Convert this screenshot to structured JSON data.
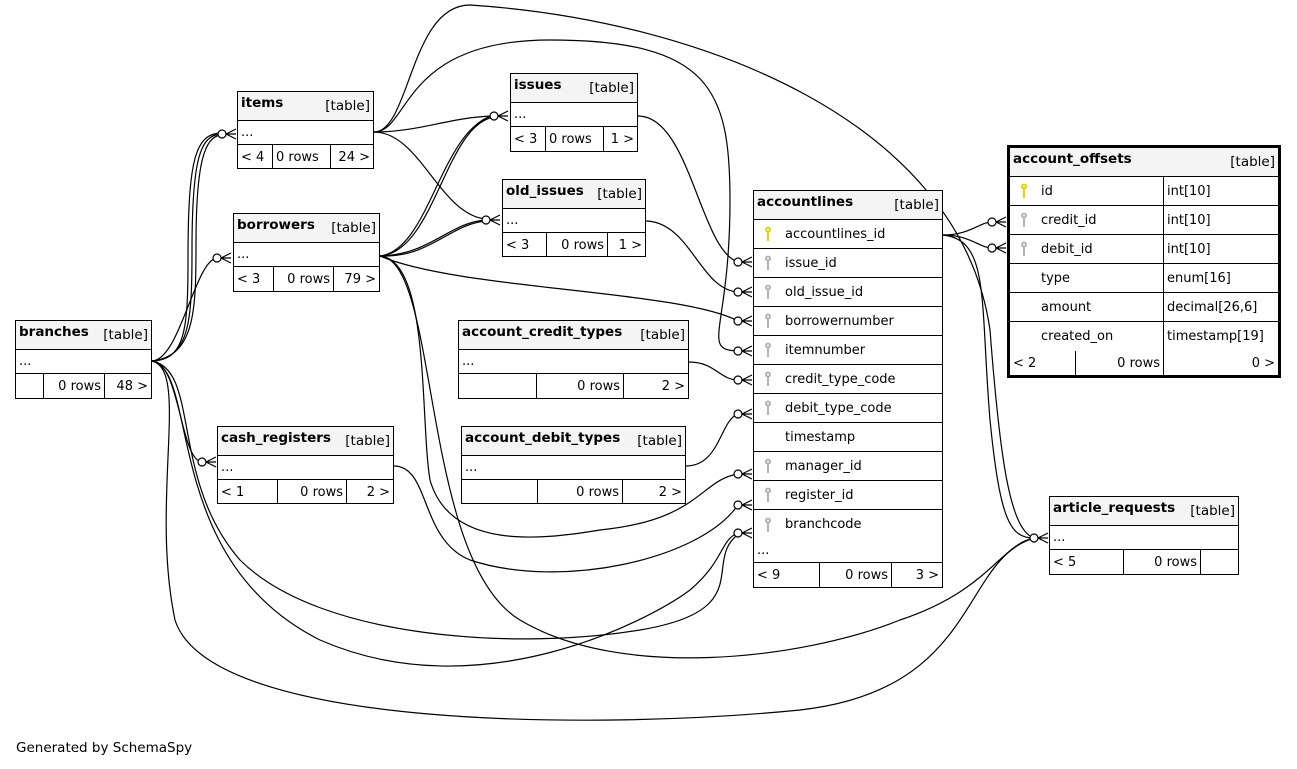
{
  "footer": "Generated by SchemaSpy",
  "colors": {
    "primary_key": "#e6d500",
    "foreign_key": "#b3b3b3",
    "header_bg": "#f4f4f4"
  },
  "tables": {
    "items": {
      "name": "items",
      "kind": "[table]",
      "body": "...",
      "parents": "< 4",
      "rows": "0 rows",
      "children": "24 >"
    },
    "issues": {
      "name": "issues",
      "kind": "[table]",
      "body": "...",
      "parents": "< 3",
      "rows": "0 rows",
      "children": "1 >"
    },
    "old_issues": {
      "name": "old_issues",
      "kind": "[table]",
      "body": "...",
      "parents": "< 3",
      "rows": "0 rows",
      "children": "1 >"
    },
    "borrowers": {
      "name": "borrowers",
      "kind": "[table]",
      "body": "...",
      "parents": "< 3",
      "rows": "0 rows",
      "children": "79 >"
    },
    "branches": {
      "name": "branches",
      "kind": "[table]",
      "body": "...",
      "parents": "",
      "rows": "0 rows",
      "children": "48 >"
    },
    "account_credit_types": {
      "name": "account_credit_types",
      "kind": "[table]",
      "body": "...",
      "parents": "",
      "rows": "0 rows",
      "children": "2 >"
    },
    "account_debit_types": {
      "name": "account_debit_types",
      "kind": "[table]",
      "body": "...",
      "parents": "",
      "rows": "0 rows",
      "children": "2 >"
    },
    "cash_registers": {
      "name": "cash_registers",
      "kind": "[table]",
      "body": "...",
      "parents": "< 1",
      "rows": "0 rows",
      "children": "2 >"
    },
    "article_requests": {
      "name": "article_requests",
      "kind": "[table]",
      "body": "...",
      "parents": "< 5",
      "rows": "0 rows",
      "children": ""
    },
    "accountlines": {
      "name": "accountlines",
      "kind": "[table]",
      "columns": [
        {
          "name": "accountlines_id",
          "key": "primary"
        },
        {
          "name": "issue_id",
          "key": "foreign"
        },
        {
          "name": "old_issue_id",
          "key": "foreign"
        },
        {
          "name": "borrowernumber",
          "key": "foreign"
        },
        {
          "name": "itemnumber",
          "key": "foreign"
        },
        {
          "name": "credit_type_code",
          "key": "foreign"
        },
        {
          "name": "debit_type_code",
          "key": "foreign"
        },
        {
          "name": "timestamp",
          "key": "none"
        },
        {
          "name": "manager_id",
          "key": "foreign"
        },
        {
          "name": "register_id",
          "key": "foreign"
        },
        {
          "name": "branchcode",
          "key": "foreign"
        }
      ],
      "more": "...",
      "parents": "< 9",
      "rows": "0 rows",
      "children": "3 >"
    },
    "account_offsets": {
      "name": "account_offsets",
      "kind": "[table]",
      "columns": [
        {
          "name": "id",
          "type": "int[10]",
          "key": "primary"
        },
        {
          "name": "credit_id",
          "type": "int[10]",
          "key": "foreign"
        },
        {
          "name": "debit_id",
          "type": "int[10]",
          "key": "foreign"
        },
        {
          "name": "type",
          "type": "enum[16]",
          "key": "none"
        },
        {
          "name": "amount",
          "type": "decimal[26,6]",
          "key": "none"
        },
        {
          "name": "created_on",
          "type": "timestamp[19]",
          "key": "none"
        }
      ],
      "parents": "< 2",
      "rows": "0 rows",
      "children": "0 >"
    }
  },
  "relationships": [
    {
      "from": "branches",
      "to": "items"
    },
    {
      "from": "branches",
      "to": "items"
    },
    {
      "from": "branches",
      "to": "items"
    },
    {
      "from": "branches",
      "to": "borrowers"
    },
    {
      "from": "branches",
      "to": "cash_registers"
    },
    {
      "from": "branches",
      "to": "accountlines.branchcode"
    },
    {
      "from": "branches",
      "to": "article_requests"
    },
    {
      "from": "items",
      "to": "issues"
    },
    {
      "from": "items",
      "to": "old_issues"
    },
    {
      "from": "items",
      "to": "accountlines.itemnumber"
    },
    {
      "from": "items",
      "to": "article_requests"
    },
    {
      "from": "borrowers",
      "to": "issues"
    },
    {
      "from": "borrowers",
      "to": "old_issues"
    },
    {
      "from": "borrowers",
      "to": "accountlines.borrowernumber"
    },
    {
      "from": "borrowers",
      "to": "accountlines.manager_id"
    },
    {
      "from": "borrowers",
      "to": "article_requests"
    },
    {
      "from": "issues",
      "to": "accountlines.issue_id"
    },
    {
      "from": "old_issues",
      "to": "accountlines.old_issue_id"
    },
    {
      "from": "account_credit_types",
      "to": "accountlines.credit_type_code"
    },
    {
      "from": "account_debit_types",
      "to": "accountlines.debit_type_code"
    },
    {
      "from": "cash_registers",
      "to": "accountlines.register_id"
    },
    {
      "from": "accountlines",
      "to": "account_offsets.credit_id"
    },
    {
      "from": "accountlines",
      "to": "account_offsets.debit_id"
    },
    {
      "from": "accountlines",
      "to": "article_requests"
    }
  ]
}
